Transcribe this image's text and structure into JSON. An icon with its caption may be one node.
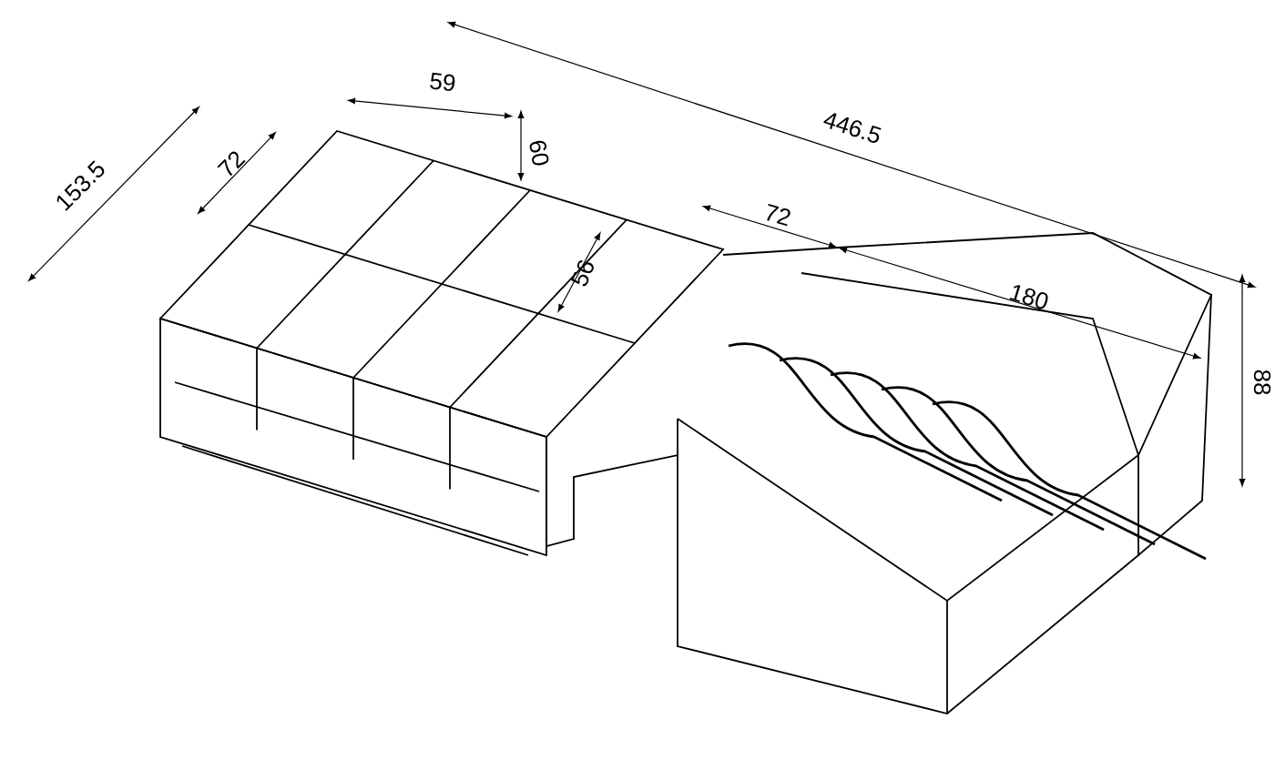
{
  "diagram": {
    "labels": [
      "153.5",
      "72",
      "59",
      "60",
      "446.5",
      "56",
      "72",
      "180",
      "88"
    ]
  }
}
